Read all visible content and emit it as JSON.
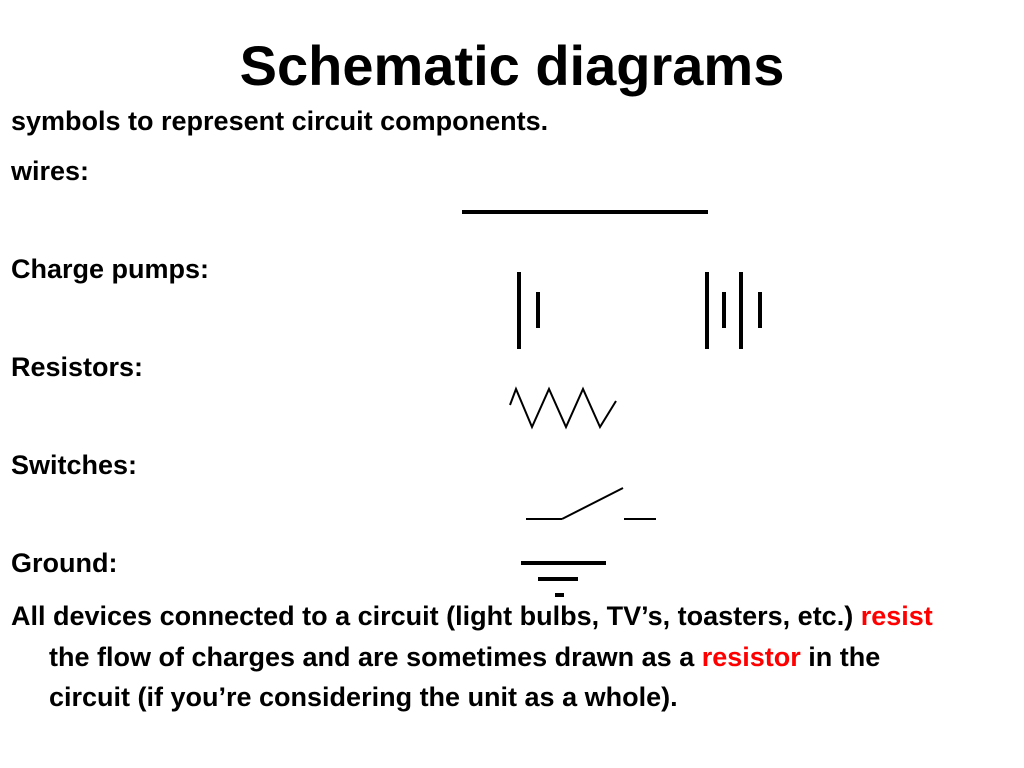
{
  "title": "Schematic diagrams",
  "subtitle": "symbols to represent circuit components.",
  "labels": {
    "wires": "wires:",
    "charge_pumps": "Charge pumps:",
    "resistors": "Resistors:",
    "switches": "Switches:",
    "ground": "Ground:"
  },
  "paragraph": {
    "part1": "All devices connected to a circuit (light bulbs, TV’s, toasters, etc.) ",
    "highlight1": "resist",
    "part2": " the flow of charges and are sometimes drawn as a ",
    "highlight2": "resistor",
    "part3": " in the circuit (if you’re considering the unit as a whole)."
  },
  "icons": {
    "wire": "wire-symbol-icon",
    "battery_single": "single-cell-battery-icon",
    "battery_double": "double-cell-battery-icon",
    "resistor": "resistor-zigzag-icon",
    "switch": "open-switch-icon",
    "ground": "ground-symbol-icon"
  },
  "colors": {
    "text": "#000000",
    "accent": "#ff0000",
    "background": "#ffffff"
  }
}
